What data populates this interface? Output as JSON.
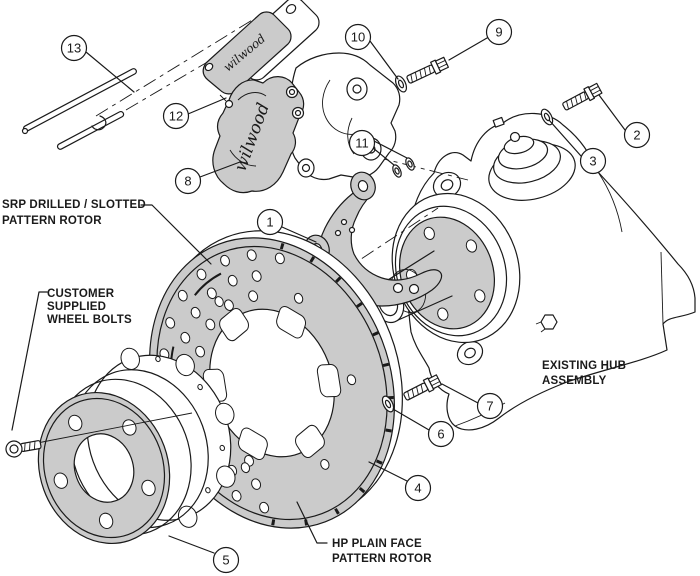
{
  "diagram": {
    "brand_script": "wilwood",
    "colors": {
      "line": "#1a1a1a",
      "part_fill": "#cbcbcb",
      "background": "#ffffff"
    }
  },
  "labels": {
    "srp_rotor_line1": "SRP DRILLED / SLOTTED",
    "srp_rotor_line2": "PATTERN ROTOR",
    "customer_line1": "CUSTOMER",
    "customer_line2": "SUPPLIED",
    "customer_line3": "WHEEL BOLTS",
    "hub_line1": "EXISTING HUB",
    "hub_line2": "ASSEMBLY",
    "hp_rotor_line1": "HP PLAIN FACE",
    "hp_rotor_line2": "PATTERN ROTOR"
  },
  "callouts": {
    "c1": "1",
    "c2": "2",
    "c3": "3",
    "c4": "4",
    "c5": "5",
    "c6": "6",
    "c7": "7",
    "c8": "8",
    "c9": "9",
    "c10": "10",
    "c11": "11",
    "c12": "12",
    "c13": "13"
  }
}
